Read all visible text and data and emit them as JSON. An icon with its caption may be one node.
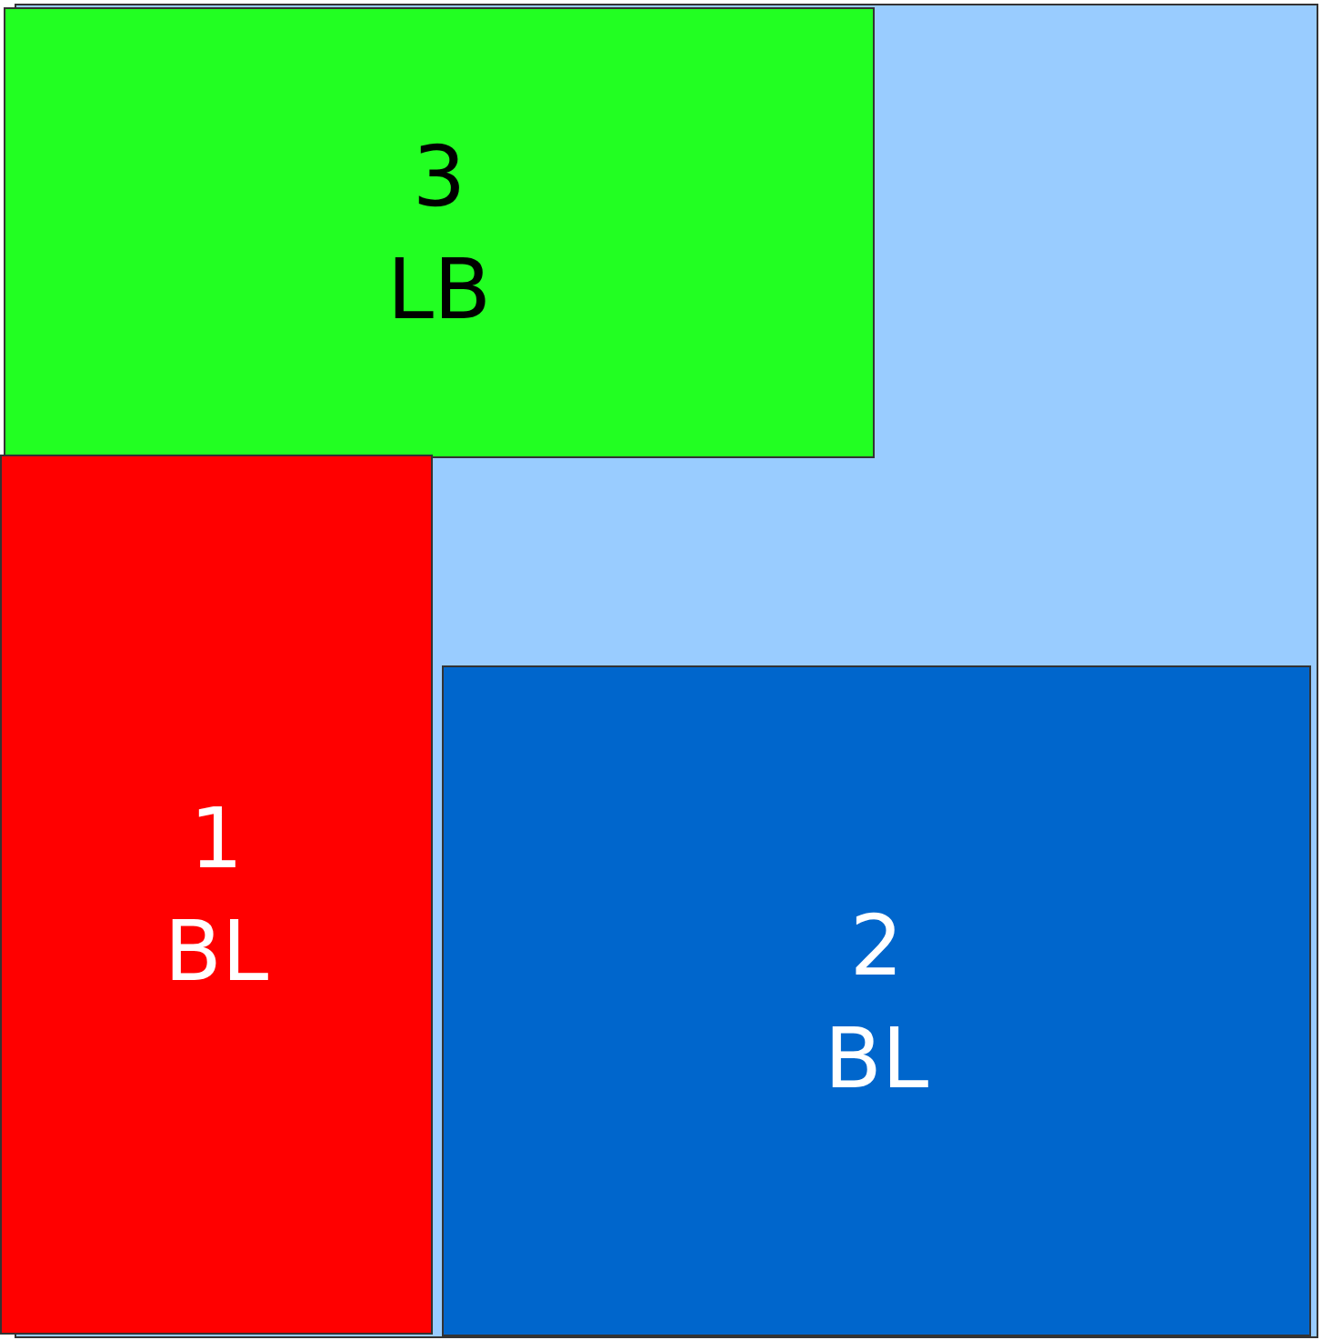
{
  "diagram": {
    "nodes": [
      {
        "text": [],
        "shape": "box"
      },
      {
        "text": [
          "3",
          "LB"
        ],
        "in": 0
      },
      {
        "text": [
          "1",
          "BL"
        ],
        "in": 0
      },
      {
        "text": [
          "2",
          "BL"
        ],
        "in": 0
      }
    ]
  }
}
